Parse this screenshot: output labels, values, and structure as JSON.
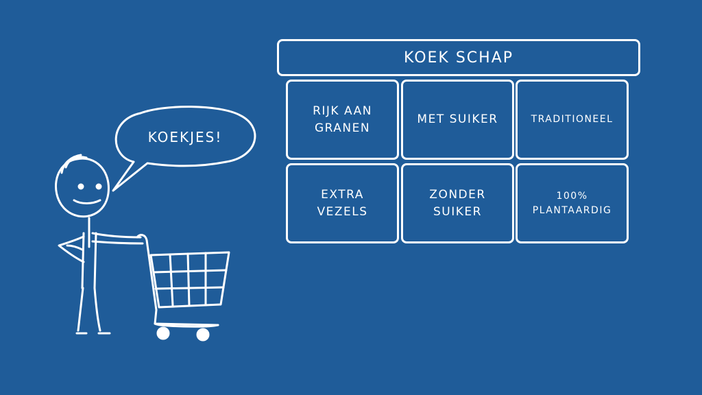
{
  "shelf": {
    "title": "KOEK SCHAP",
    "cells": [
      "RIJK AAN\nGRANEN",
      "MET SUIKER",
      "TRADITIONEEL",
      "EXTRA\nVEZELS",
      "ZONDER\nSUIKER",
      "100%\nPLANTAARDIG"
    ]
  },
  "speech": {
    "text": "KOEKJES!"
  },
  "colors": {
    "background": "#1f5c99",
    "line": "#ffffff"
  },
  "icons": [
    "stick-figure-icon",
    "shopping-cart-icon",
    "speech-bubble-icon"
  ]
}
